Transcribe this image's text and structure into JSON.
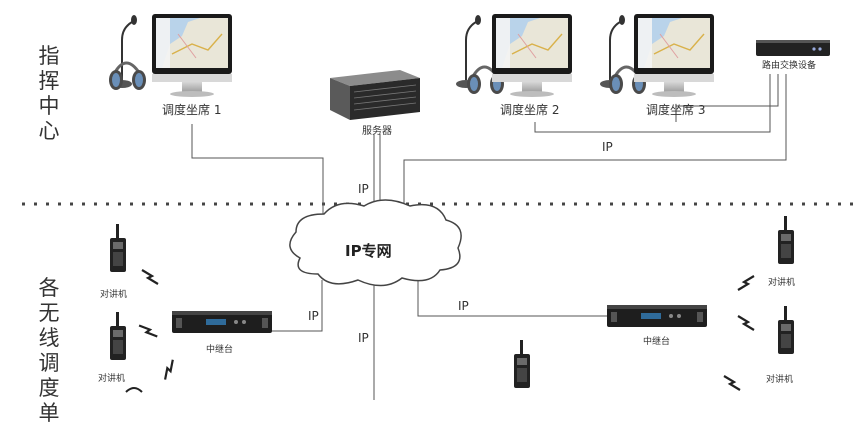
{
  "regions": {
    "command_center": "指挥中心",
    "wireless_units": "各无线调度单"
  },
  "nodes": {
    "seat1": "调度坐席 1",
    "seat2": "调度坐席 2",
    "seat3": "调度坐席 3",
    "server": "服务器",
    "router": "路由交换设备",
    "cloud": "IP专网",
    "repeater_left": "中继台",
    "repeater_right": "中继台",
    "radio": "对讲机"
  },
  "links": {
    "ip": "IP"
  },
  "colors": {
    "line": "#555555",
    "divider": "#444444",
    "screen_bezel": "#1a1a1a",
    "map_sea": "#b9d3ea",
    "map_land": "#e9e6d8",
    "device_dark": "#222222",
    "server_body": "#3a3a3a"
  }
}
